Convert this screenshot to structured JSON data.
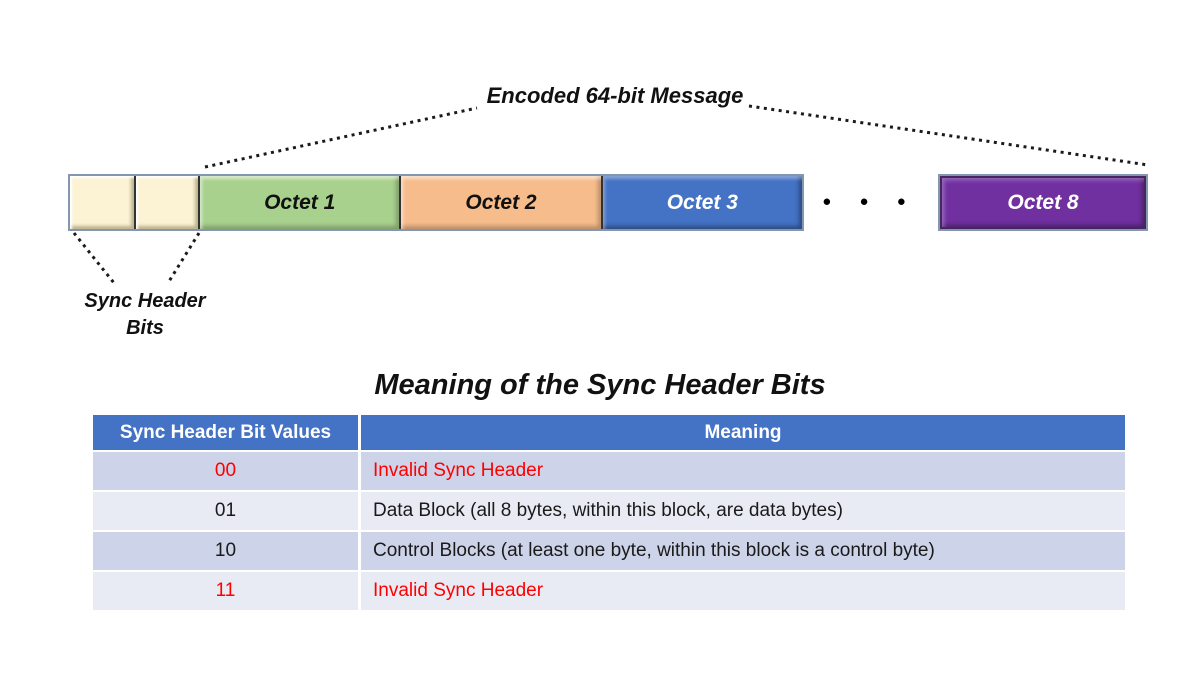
{
  "diagram": {
    "message_label": "Encoded 64-bit Message",
    "sync_label_line1": "Sync Header",
    "sync_label_line2": "Bits",
    "ellipsis": "● ● ●",
    "octets": [
      {
        "label": "Octet 1",
        "fill": "#A9D18E"
      },
      {
        "label": "Octet 2",
        "fill": "#F6BC8C"
      },
      {
        "label": "Octet 3",
        "fill": "#4472C4"
      },
      {
        "label": "Octet 8",
        "fill": "#7030A0"
      }
    ],
    "sync_cell_fill": "#FBF3D4"
  },
  "table": {
    "title": "Meaning of the Sync Header Bits",
    "headers": [
      "Sync Header Bit Values",
      "Meaning"
    ],
    "rows": [
      {
        "bits": "00",
        "meaning": "Invalid Sync Header",
        "invalid": true
      },
      {
        "bits": "01",
        "meaning": "Data Block (all 8 bytes, within this block, are data bytes)",
        "invalid": false
      },
      {
        "bits": "10",
        "meaning": "Control Blocks (at least one byte, within this block is a control byte)",
        "invalid": false
      },
      {
        "bits": "11",
        "meaning": "Invalid Sync Header",
        "invalid": true
      }
    ],
    "colors": {
      "header_bg": "#4472C4",
      "header_text": "#FFFFFF",
      "row_dark": "#CDD3E8",
      "row_light": "#E9EBF4",
      "invalid_text": "#FF0000"
    }
  }
}
